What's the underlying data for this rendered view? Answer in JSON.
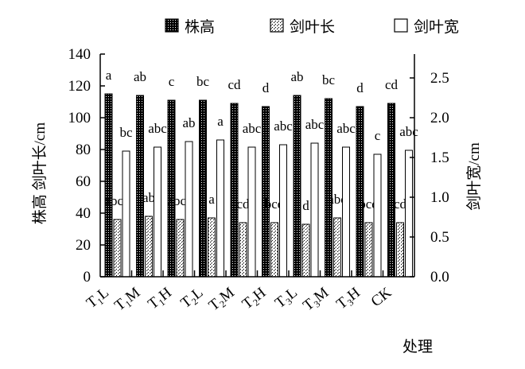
{
  "chart_data": {
    "type": "bar",
    "categories": [
      {
        "main": "T",
        "sub": "1",
        "suffix": "L"
      },
      {
        "main": "T",
        "sub": "1",
        "suffix": "M"
      },
      {
        "main": "T",
        "sub": "1",
        "suffix": "H"
      },
      {
        "main": "T",
        "sub": "2",
        "suffix": "L"
      },
      {
        "main": "T",
        "sub": "2",
        "suffix": "M"
      },
      {
        "main": "T",
        "sub": "2",
        "suffix": "H"
      },
      {
        "main": "T",
        "sub": "3",
        "suffix": "L"
      },
      {
        "main": "T",
        "sub": "3",
        "suffix": "M"
      },
      {
        "main": "T",
        "sub": "3",
        "suffix": "H"
      },
      {
        "main": "CK",
        "sub": "",
        "suffix": ""
      }
    ],
    "series": [
      {
        "name": "株高",
        "axis": "left",
        "fill": "dark-checker",
        "values": [
          115,
          114,
          111,
          111,
          109,
          107,
          114,
          112,
          107,
          109
        ],
        "labels": [
          "a",
          "ab",
          "c",
          "bc",
          "cd",
          "d",
          "ab",
          "bc",
          "d",
          "cd"
        ]
      },
      {
        "name": "剑叶长",
        "axis": "left",
        "fill": "light-dots",
        "values": [
          36,
          38,
          36,
          37,
          34,
          34,
          33,
          37,
          34,
          34
        ],
        "labels": [
          "abcd",
          "ab",
          "abcd",
          "a",
          "cd",
          "bcd",
          "d",
          "abc",
          "bcd",
          "cd"
        ]
      },
      {
        "name": "剑叶宽",
        "axis": "right",
        "fill": "white",
        "values": [
          1.58,
          1.63,
          1.7,
          1.72,
          1.63,
          1.66,
          1.68,
          1.63,
          1.54,
          1.59
        ],
        "labels": [
          "bc",
          "abc",
          "ab",
          "a",
          "abc",
          "abc",
          "abc",
          "abc",
          "c",
          "abc"
        ]
      }
    ],
    "xlabel": "处理",
    "ylabel_left": "株高 剑叶长/cm",
    "ylabel_right": "剑叶宽/cm",
    "ylim_left": [
      0,
      140
    ],
    "ylim_right": [
      0,
      2.8
    ],
    "yticks_left": [
      "0",
      "20",
      "40",
      "60",
      "80",
      "100",
      "120",
      "140"
    ],
    "yticks_right": [
      "0.0",
      "0.5",
      "1.0",
      "1.5",
      "2.0",
      "2.5"
    ],
    "grid": false,
    "legend_position": "top"
  }
}
